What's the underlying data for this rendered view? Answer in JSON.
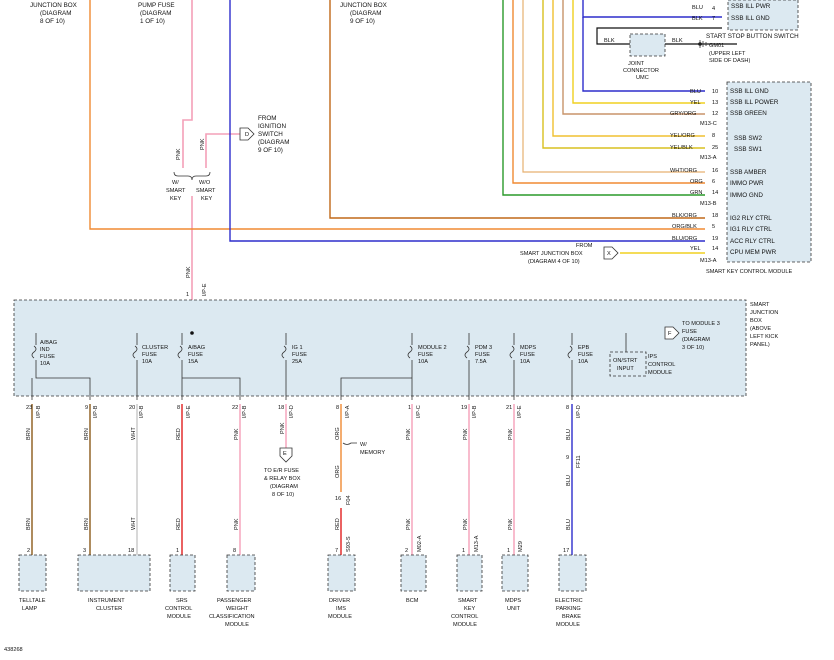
{
  "colors": {
    "pink": "#f4a0b8",
    "orange": "#f08a32",
    "blue": "#2d2dcc",
    "yellow": "#f0d020",
    "green": "#2a9a2a",
    "brown": "#8b5a1a",
    "red": "#e02020",
    "white_wire": "#cfcfcf",
    "black": "#111111",
    "grey_orange": "#c8946a",
    "box_fill": "#dce9f1"
  },
  "top": {
    "jb_left": [
      "JUNCTION BOX",
      "(DIAGRAM",
      "8 OF 10)"
    ],
    "pump_fuse": [
      "PUMP FUSE",
      "(DIAGRAM",
      "1 OF 10)"
    ],
    "jb_right": [
      "JUNCTION BOX",
      "(DIAGRAM",
      "9 OF 10)"
    ]
  },
  "ignition": {
    "label": [
      "FROM",
      "IGNITION",
      "SWITCH",
      "(DIAGRAM",
      "9 OF 10)"
    ],
    "connector": "D",
    "wire_left": "PNK",
    "wire_right": "PNK",
    "smart_key": [
      "W/",
      "SMART",
      "KEY"
    ],
    "no_smart_key": [
      "W/O",
      "SMART",
      "KEY"
    ],
    "wire_down": "PNK",
    "pin": "1",
    "conn": "I/P-E"
  },
  "ssb": {
    "pin_pwr": "4",
    "label_pwr": "SSB ILL PWR",
    "wire_pwr": "BLU",
    "pin_gnd": "7",
    "label_gnd": "SSB ILL GND",
    "wire_gnd": "BLK",
    "title": "START STOP BUTTON SWITCH",
    "joint_left": "BLK",
    "joint_right": "BLK",
    "ground": "GM01",
    "ground_loc": [
      "(UPPER LEFT",
      "SIDE OF DASH)"
    ],
    "joint": [
      "JOINT",
      "CONNECTOR",
      "UMC"
    ]
  },
  "skcm": {
    "title": "SMART KEY CONTROL MODULE",
    "rows": [
      {
        "wire": "BLU",
        "pin": "10",
        "label": "SSB ILL GND"
      },
      {
        "wire": "YEL",
        "pin": "13",
        "label": "SSB ILL POWER"
      },
      {
        "wire": "GRY/ORG",
        "pin": "12",
        "label": "SSB GREEN"
      },
      {
        "wire": "",
        "pin": "",
        "label": "M13-C"
      },
      {
        "wire": "YEL/ORG",
        "pin": "8",
        "label": "SSB SW2"
      },
      {
        "wire": "YEL/BLK",
        "pin": "25",
        "label": "SSB SW1"
      },
      {
        "wire": "",
        "pin": "",
        "label": "M13-A"
      },
      {
        "wire": "WHT/ORG",
        "pin": "16",
        "label": "SSB AMBER"
      },
      {
        "wire": "ORG",
        "pin": "6",
        "label": "IMMO PWR"
      },
      {
        "wire": "GRN",
        "pin": "14",
        "label": "IMMO GND"
      },
      {
        "wire": "",
        "pin": "",
        "label": "M13-B"
      },
      {
        "wire": "BLK/ORG",
        "pin": "18",
        "label": "IG2 RLY CTRL"
      },
      {
        "wire": "ORG/BLK",
        "pin": "5",
        "label": "IG1 RLY CTRL"
      },
      {
        "wire": "BLU/ORG",
        "pin": "19",
        "label": "ACC RLY CTRL"
      },
      {
        "wire": "YEL",
        "pin": "14",
        "label": "CPU MEM PWR"
      },
      {
        "wire": "",
        "pin": "",
        "label": "M13-A"
      }
    ],
    "from": [
      "FROM",
      "SMART JUNCTION BOX",
      "(DIAGRAM 4 OF 10)"
    ],
    "from_connector": "X"
  },
  "sjb": {
    "title": [
      "SMART",
      "JUNCTION",
      "BOX",
      "(ABOVE",
      "LEFT KICK",
      "PANEL)"
    ],
    "to_module": [
      "TO MODULE 3",
      "FUSE",
      "(DIAGRAM",
      "3 OF 10)"
    ],
    "to_module_connector": "F",
    "ips": [
      "IPS",
      "CONTROL",
      "MODULE"
    ],
    "on_strt": [
      "ON/STRT",
      "INPUT"
    ],
    "fuses": [
      {
        "name": [
          "A/BAG",
          "IND",
          "FUSE",
          "10A"
        ]
      },
      {
        "name": [
          "CLUSTER",
          "FUSE",
          "10A"
        ]
      },
      {
        "name": [
          "A/BAG",
          "FUSE",
          "15A"
        ]
      },
      {
        "name": [
          "IG 1",
          "FUSE",
          "25A"
        ]
      },
      {
        "name": [
          "MODULE 2",
          "FUSE",
          "10A"
        ]
      },
      {
        "name": [
          "PDM 3",
          "FUSE",
          "7.5A"
        ]
      },
      {
        "name": [
          "MDPS",
          "FUSE",
          "10A"
        ]
      },
      {
        "name": [
          "EPB",
          "FUSE",
          "10A"
        ]
      }
    ]
  },
  "outputs": [
    {
      "pin": "23",
      "conn": "I/P-B",
      "wire": "BRN",
      "mpin": "2",
      "mwire": "BRN",
      "mconn": "",
      "module": [
        "TELLTALE",
        "LAMP"
      ]
    },
    {
      "pin": "9",
      "conn": "I/P-B",
      "wire": "BRN",
      "mpin": "3",
      "mwire": "BRN",
      "mconn": "",
      "module": [
        "INSTRUMENT",
        "CLUSTER"
      ]
    },
    {
      "pin": "20",
      "conn": "I/P-B",
      "wire": "WHT",
      "mpin": "18",
      "mwire": "WHT",
      "mconn": "",
      "module": []
    },
    {
      "pin": "8",
      "conn": "I/P-E",
      "wire": "RED",
      "mpin": "1",
      "mwire": "RED",
      "mconn": "",
      "module": [
        "SRS",
        "CONTROL",
        "MODULE"
      ]
    },
    {
      "pin": "22",
      "conn": "I/P-B",
      "wire": "PNK",
      "mpin": "8",
      "mwire": "PNK",
      "mconn": "",
      "module": [
        "PASSENGER",
        "WEIGHT",
        "CLASSIFICATION",
        "MODULE"
      ]
    },
    {
      "pin": "18",
      "conn": "I/P-D",
      "wire": "PNK"
    },
    {
      "pin": "8",
      "conn": "I/P-A",
      "wire": "ORG",
      "mpin": "7",
      "mwire": "RED",
      "mconn": "S93-S",
      "module": [
        "DRIVER",
        "IMS",
        "MODULE"
      ]
    },
    {
      "pin": "1",
      "conn": "I/P-C",
      "wire": "PNK",
      "mpin": "2",
      "mwire": "PNK",
      "mconn": "M02-A",
      "module": [
        "BCM"
      ]
    },
    {
      "pin": "19",
      "conn": "I/P-B",
      "wire": "PNK",
      "mpin": "1",
      "mwire": "PNK",
      "mconn": "M13-A",
      "module": [
        "SMART",
        "KEY",
        "CONTROL",
        "MODULE"
      ]
    },
    {
      "pin": "21",
      "conn": "I/P-E",
      "wire": "PNK",
      "mpin": "1",
      "mwire": "PNK",
      "mconn": "M29",
      "module": [
        "MDPS",
        "UNIT"
      ]
    },
    {
      "pin": "8",
      "conn": "I/P-D",
      "wire": "BLU",
      "mpin": "17",
      "mwire": "BLU",
      "mconn": "",
      "module": [
        "ELECTRIC",
        "PARKING",
        "BRAKE",
        "MODULE"
      ]
    }
  ],
  "er_fuse": {
    "connector": "E",
    "label": [
      "TO E/R FUSE",
      "& RELAY BOX",
      "(DIAGRAM",
      "8 OF 10)"
    ]
  },
  "memory": {
    "label": [
      "W/",
      "MEMORY"
    ],
    "wire_orange": "ORG",
    "splice_pin": "16",
    "splice_conn": "F04",
    "splice_wire": "RED"
  },
  "epb_mid": {
    "pin": "9",
    "conn": "FF11",
    "wire": "BLU"
  },
  "figure_id": "438268"
}
